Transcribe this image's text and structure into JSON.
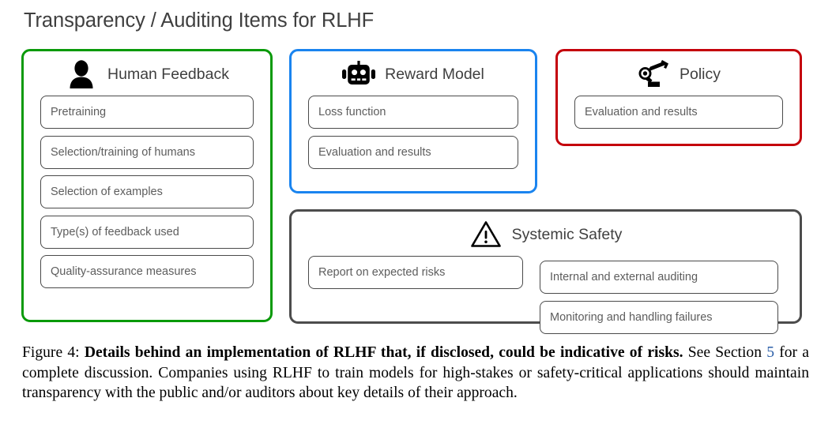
{
  "figure": {
    "title": "Transparency / Auditing Items for RLHF",
    "caption": {
      "label": "Figure 4: ",
      "bold_lead": "Details behind an implementation of RLHF that, if disclosed, could be indicative of risks.",
      "text_before_link": " See Section ",
      "link": "5",
      "text_after_link": " for a complete discussion. Companies using RLHF to train models for high-stakes or safety-critical applications should maintain transparency with the public and/or auditors about key details of their approach."
    }
  },
  "colors": {
    "human_feedback_border": "#0a9a0a",
    "reward_model_border": "#1a84ef",
    "policy_border": "#c4000b",
    "systemic_safety_border": "#4c4c4c",
    "title_text": "#3f3f3f",
    "item_text": "#5d5d5d",
    "item_border": "#4a4a4a",
    "caption_link": "#2b5fa8"
  },
  "panels": {
    "human_feedback": {
      "title": "Human Feedback",
      "icon": "person-icon",
      "items": [
        "Pretraining",
        "Selection/training of humans",
        "Selection of examples",
        "Type(s) of feedback used",
        "Quality-assurance measures"
      ]
    },
    "reward_model": {
      "title": "Reward Model",
      "icon": "robot-head-icon",
      "items": [
        "Loss function",
        "Evaluation and results"
      ]
    },
    "policy": {
      "title": "Policy",
      "icon": "robot-arm-icon",
      "items": [
        "Evaluation and results"
      ]
    },
    "systemic_safety": {
      "title": "Systemic Safety",
      "icon": "warning-triangle-icon",
      "items_left": [
        "Report on expected risks"
      ],
      "items_right": [
        "Internal and external auditing",
        "Monitoring and handling failures"
      ]
    }
  }
}
